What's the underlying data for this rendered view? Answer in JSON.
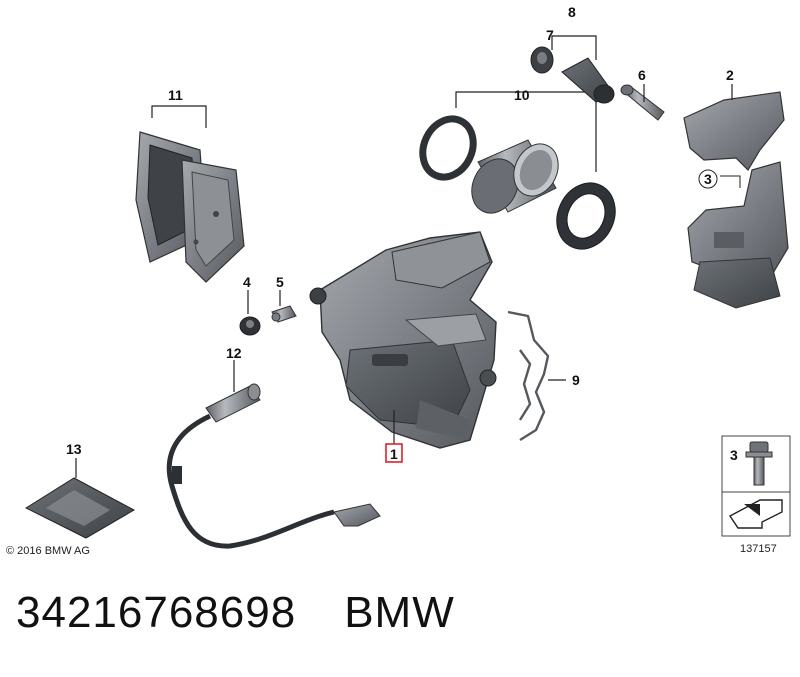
{
  "callouts": {
    "c1": "1",
    "c2": "2",
    "c3": "3",
    "c4": "4",
    "c5": "5",
    "c6": "6",
    "c7": "7",
    "c8": "8",
    "c9": "9",
    "c10": "10",
    "c11": "11",
    "c12": "12",
    "c13": "13"
  },
  "copyright": "© 2016 BMW AG",
  "legend": {
    "item_number": "3"
  },
  "diagram_id": "137157",
  "caption": {
    "part_number": "34216768698",
    "brand": "BMW"
  },
  "colors": {
    "part_fill": "#7a7f85",
    "part_dark": "#4e5257",
    "part_light": "#a9adb2",
    "highlight": "#e0202a"
  }
}
